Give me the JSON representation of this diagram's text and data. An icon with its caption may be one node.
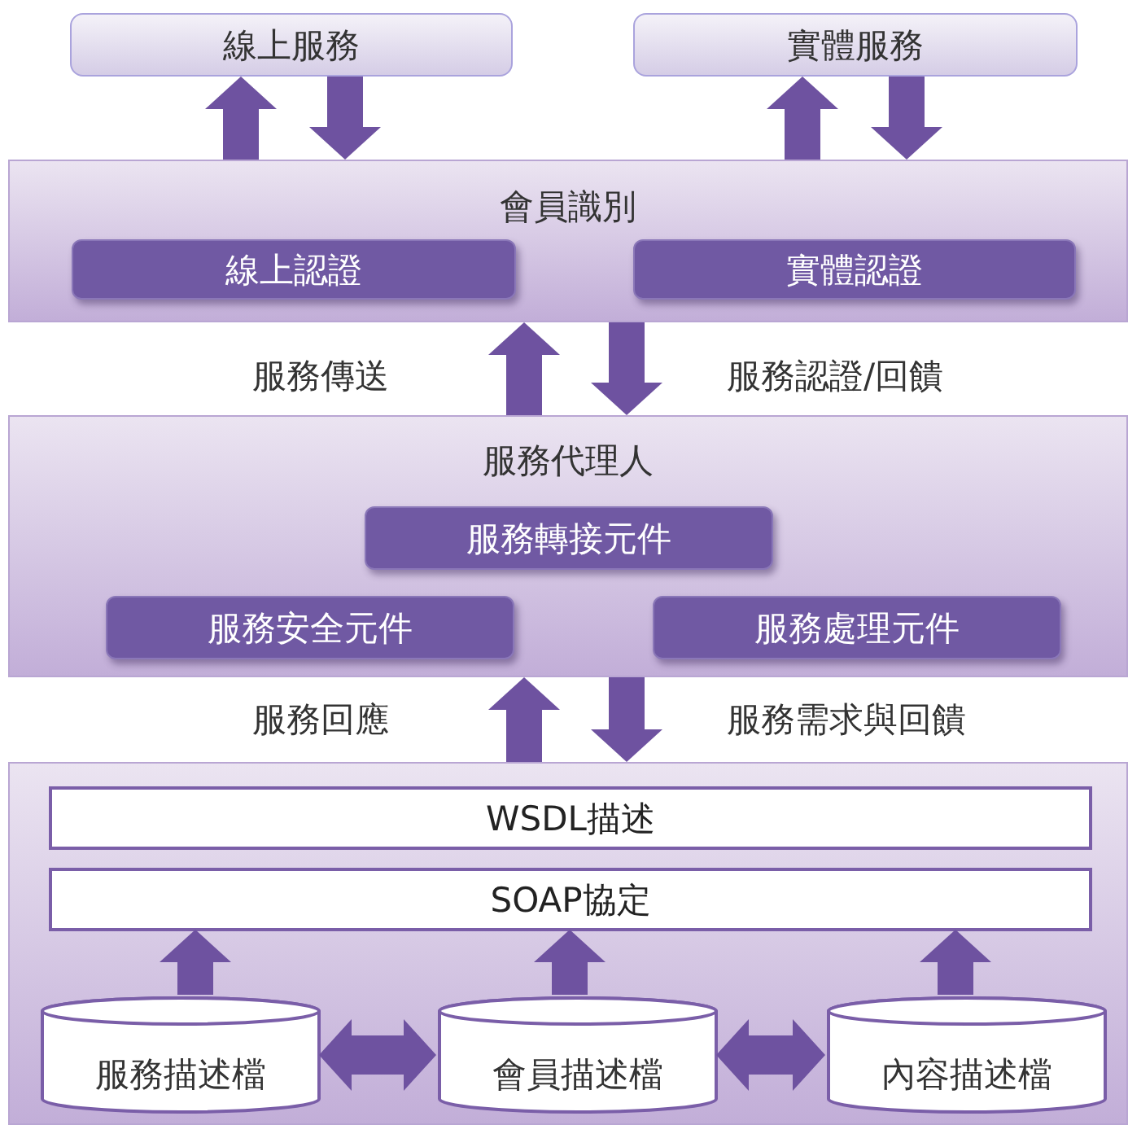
{
  "diagram": {
    "nodes": [
      {
        "text": [
          "線上服務"
        ]
      },
      {
        "text": [
          "實體服務"
        ]
      },
      {
        "text": [
          "會員識別"
        ]
      },
      {
        "text": [
          "線上認證"
        ],
        "in": 2
      },
      {
        "text": [
          "實體認證"
        ],
        "in": 2
      },
      {
        "text": [
          "服務代理人"
        ]
      },
      {
        "text": [
          "服務轉接元件"
        ],
        "in": 5
      },
      {
        "text": [
          "服務安全元件"
        ],
        "in": 5
      },
      {
        "text": [
          "服務處理元件"
        ],
        "in": 5
      },
      {
        "text": [],
        "shape": "box"
      },
      {
        "text": [
          "WSDL描述"
        ],
        "in": 9
      },
      {
        "text": [
          "SOAP協定"
        ],
        "in": 9
      },
      {
        "text": [
          "服務描述檔"
        ],
        "in": 9
      },
      {
        "text": [
          "會員描述檔"
        ],
        "in": 9
      },
      {
        "text": [
          "內容描述檔"
        ],
        "in": 9
      }
    ],
    "edges": [
      {
        "from": 2,
        "to": 0,
        "arrow": "to"
      },
      {
        "from": 0,
        "to": 2,
        "arrow": "to"
      },
      {
        "from": 2,
        "to": 1,
        "arrow": "to"
      },
      {
        "from": 1,
        "to": 2,
        "arrow": "to"
      },
      {
        "from": 5,
        "to": 2,
        "arrow": "to",
        "label": "服務傳送"
      },
      {
        "from": 2,
        "to": 5,
        "arrow": "to",
        "label": "服務認證/回饋"
      },
      {
        "from": 9,
        "to": 5,
        "arrow": "to",
        "label": "服務回應"
      },
      {
        "from": 5,
        "to": 9,
        "arrow": "to",
        "label": "服務需求與回饋"
      },
      {
        "from": 12,
        "to": 11,
        "arrow": "to"
      },
      {
        "from": 13,
        "to": 11,
        "arrow": "to"
      },
      {
        "from": 14,
        "to": 11,
        "arrow": "to"
      },
      {
        "from": 12,
        "to": 13,
        "arrow": "both"
      },
      {
        "from": 13,
        "to": 14,
        "arrow": "both"
      }
    ]
  }
}
